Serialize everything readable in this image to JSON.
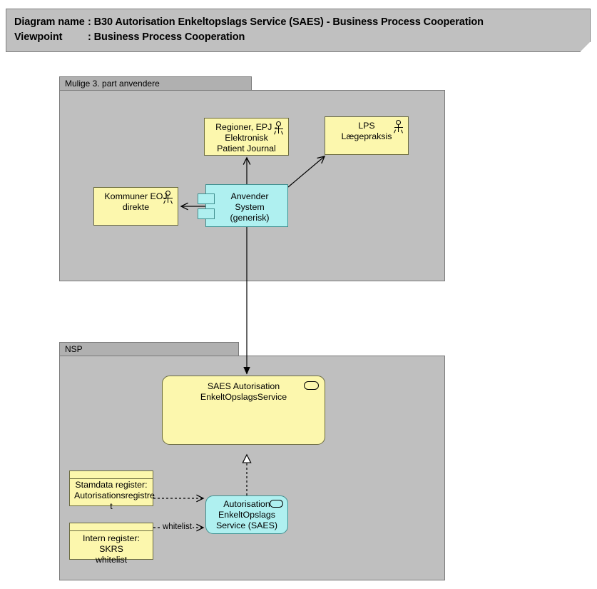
{
  "header": {
    "diagram_label": "Diagram name",
    "diagram_sep": ":",
    "diagram_name": "B30 Autorisation Enkeltopslags Service (SAES) - Business Process Cooperation",
    "viewpoint_label": "Viewpoint",
    "viewpoint_sep": ":",
    "viewpoint_name": "Business Process Cooperation"
  },
  "colors": {
    "banner_bg": "#c0c0c0",
    "group_bg": "#bfbfbf",
    "group_tab_bg": "#b0b0b0",
    "node_yellow": "#fcf7ad",
    "node_cyan": "#aff0f0",
    "border": "#6b6b3f",
    "line": "#000000"
  },
  "groups": [
    {
      "id": "users",
      "label": "Mulige 3. part anvendere"
    },
    {
      "id": "nsp",
      "label": "NSP"
    }
  ],
  "nodes": [
    {
      "id": "regioner",
      "label": "Regioner, EPJ -\nElektronisk\nPatient Journal",
      "icon": "actor-icon",
      "fill": "#fcf7ad",
      "shape": "rect"
    },
    {
      "id": "lps",
      "label": "LPS\nLægepraksis",
      "icon": "actor-icon",
      "fill": "#fcf7ad",
      "shape": "rect"
    },
    {
      "id": "kommuner",
      "label": "Kommuner EOJ\ndirekte",
      "icon": "actor-icon",
      "fill": "#fcf7ad",
      "shape": "rect"
    },
    {
      "id": "anvender",
      "label": "Anvender System\n(generisk)",
      "icon": "component-icon",
      "fill": "#aff0f0",
      "shape": "rect"
    },
    {
      "id": "saes-service",
      "label": "SAES Autorisation\nEnkeltOpslagsService",
      "icon": "interface-oval-icon",
      "fill": "#fcf7ad",
      "shape": "rounded"
    },
    {
      "id": "saes-impl",
      "label": "Autorisation\nEnkeltOpslags\nService (SAES)",
      "icon": "interface-oval-icon",
      "fill": "#aff0f0",
      "shape": "rounded"
    },
    {
      "id": "stamdata",
      "label": "Stamdata register:\nAutorisationsregistre\nt",
      "icon": "data-object-icon",
      "fill": "#fcf7ad",
      "shape": "dataobj"
    },
    {
      "id": "skrs",
      "label": "Intern register: SKRS\nwhitelist",
      "icon": "data-object-icon",
      "fill": "#fcf7ad",
      "shape": "dataobj"
    }
  ],
  "edges": [
    {
      "id": "anvender-regioner",
      "from": "anvender",
      "to": "regioner",
      "style": "solid",
      "arrow": "open",
      "label": ""
    },
    {
      "id": "anvender-lps",
      "from": "anvender",
      "to": "lps",
      "style": "solid",
      "arrow": "open",
      "label": ""
    },
    {
      "id": "anvender-kommuner",
      "from": "anvender",
      "to": "kommuner",
      "style": "solid",
      "arrow": "open",
      "label": ""
    },
    {
      "id": "anvender-saes-service",
      "from": "anvender",
      "to": "saes-service",
      "style": "solid",
      "arrow": "filled",
      "label": ""
    },
    {
      "id": "saes-impl-realizes",
      "from": "saes-impl",
      "to": "saes-service",
      "style": "dashed",
      "arrow": "hollow-triangle",
      "label": ""
    },
    {
      "id": "stamdata-saes-impl",
      "from": "stamdata",
      "to": "saes-impl",
      "style": "dashed",
      "arrow": "open",
      "label": ""
    },
    {
      "id": "skrs-saes-impl",
      "from": "skrs",
      "to": "saes-impl",
      "style": "dashed",
      "arrow": "open",
      "label": "whitelist"
    }
  ]
}
